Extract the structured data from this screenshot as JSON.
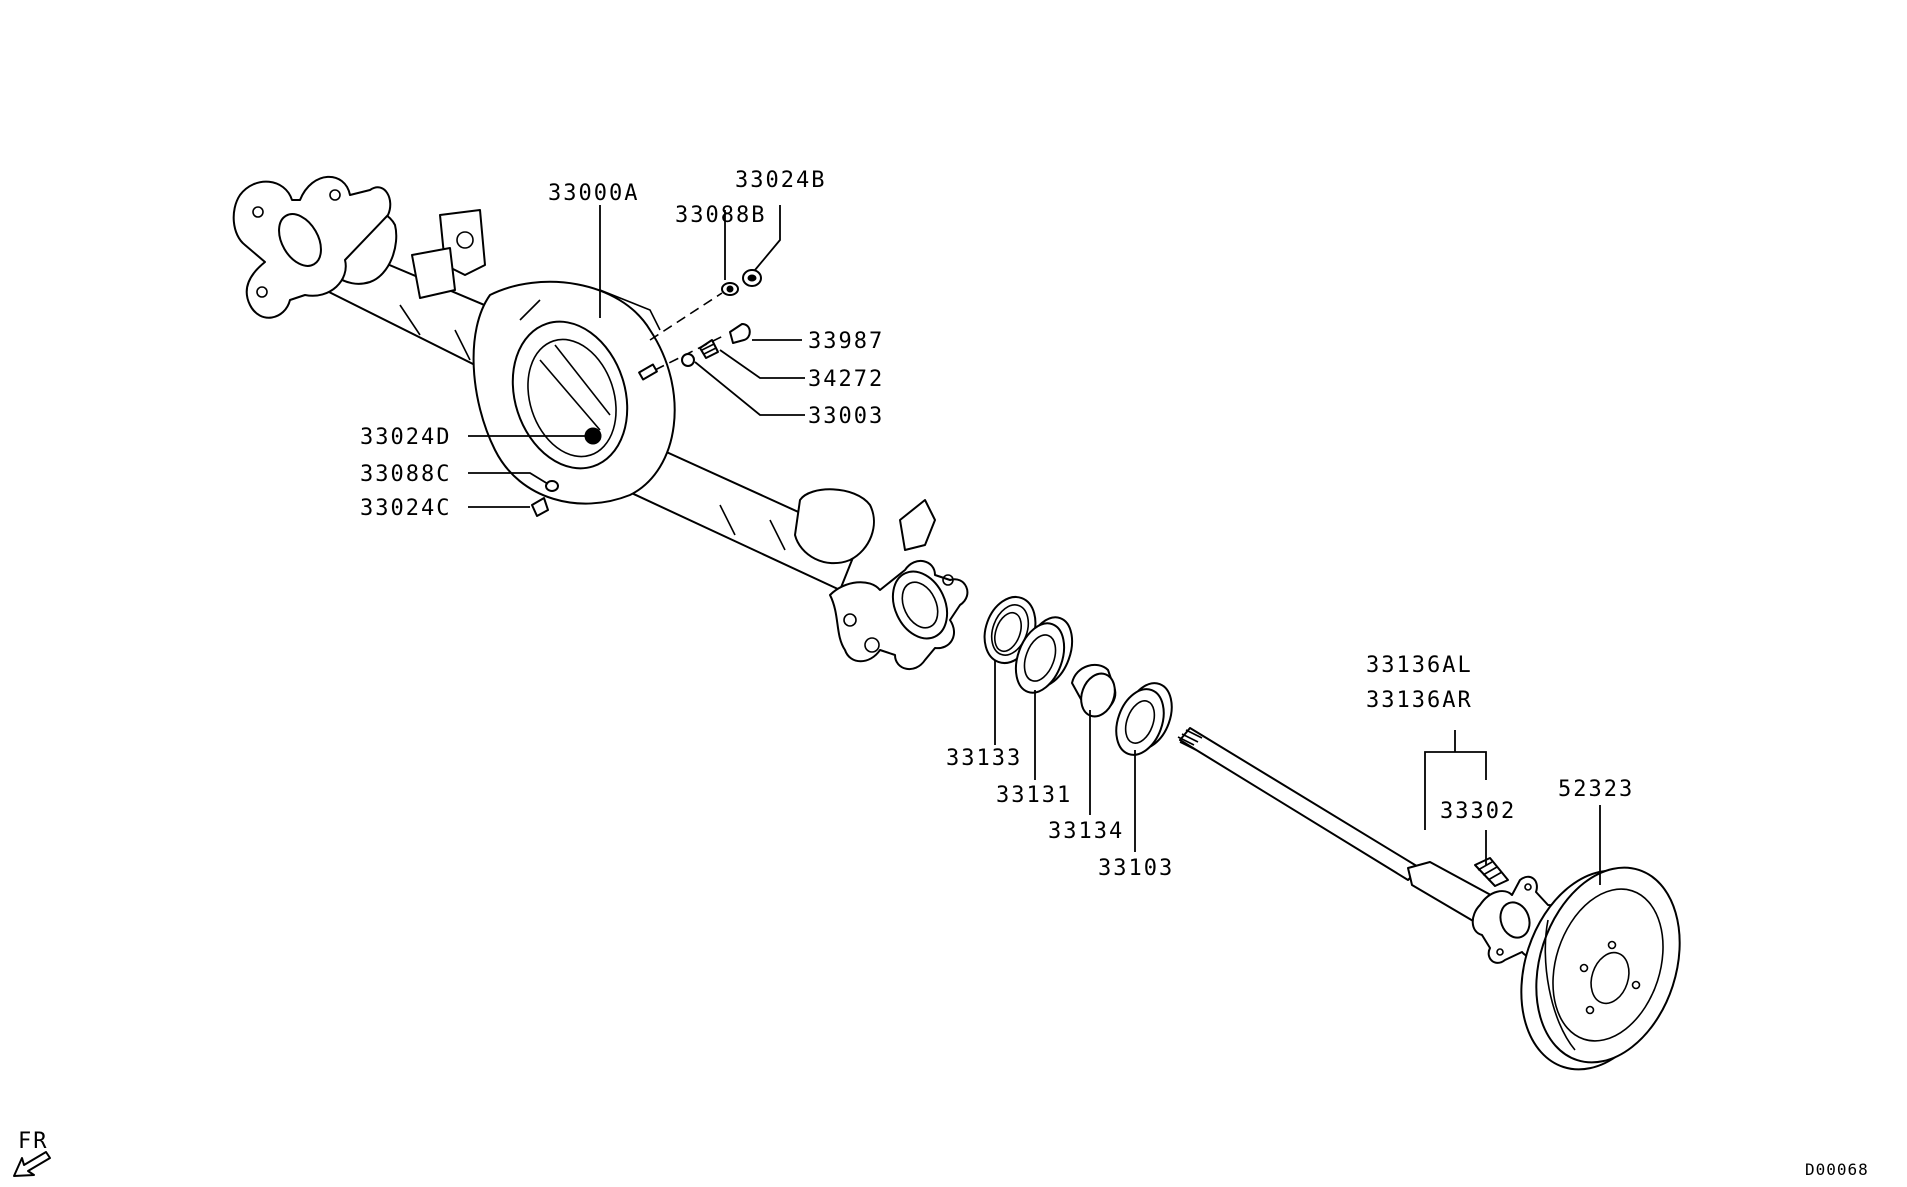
{
  "diagram_id": "D00068",
  "direction_marker": "FR",
  "labels": {
    "p33000A": "33000A",
    "p33024B": "33024B",
    "p33088B": "33088B",
    "p33987": "33987",
    "p34272": "34272",
    "p33003": "33003",
    "p33024D": "33024D",
    "p33088C": "33088C",
    "p33024C": "33024C",
    "p33133": "33133",
    "p33131": "33131",
    "p33134": "33134",
    "p33103": "33103",
    "p33136AL": "33136AL",
    "p33136AR": "33136AR",
    "p33302": "33302",
    "p52323": "52323"
  }
}
